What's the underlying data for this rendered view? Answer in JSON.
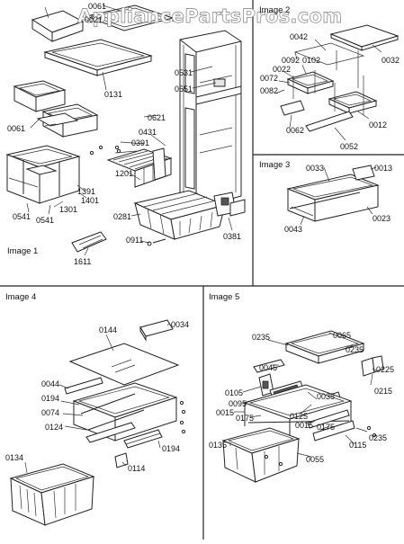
{
  "watermark": "AppliancePartsPros.com",
  "panels": [
    {
      "id": "image1",
      "title": "Image 1"
    },
    {
      "id": "image2",
      "title": "Image 2"
    },
    {
      "id": "image3",
      "title": "Image 3"
    },
    {
      "id": "image4",
      "title": "Image 4"
    },
    {
      "id": "image5",
      "title": "Image 5"
    }
  ],
  "parts": {
    "image1": [
      "0061",
      "0021",
      "0131",
      "0531",
      "0551",
      "0061",
      "0621",
      "0431",
      "0391",
      "1201",
      "1391",
      "1401",
      "0541",
      "0541",
      "1301",
      "0281",
      "0381",
      "0911",
      "1611"
    ],
    "image2": [
      "0042",
      "0032",
      "0092",
      "0102",
      "0022",
      "0072",
      "0082",
      "0062",
      "0012",
      "0052"
    ],
    "image3": [
      "0033",
      "0013",
      "0043",
      "0023"
    ],
    "image4": [
      "0144",
      "0034",
      "0044",
      "0194",
      "0074",
      "0124",
      "0194",
      "0134",
      "0114"
    ],
    "image5": [
      "0235",
      "0065",
      "0235",
      "0045",
      "0225",
      "0105",
      "0095",
      "0035",
      "0215",
      "0015",
      "0175",
      "0125",
      "0015",
      "0175",
      "0135",
      "0055",
      "0115",
      "0235"
    ]
  }
}
